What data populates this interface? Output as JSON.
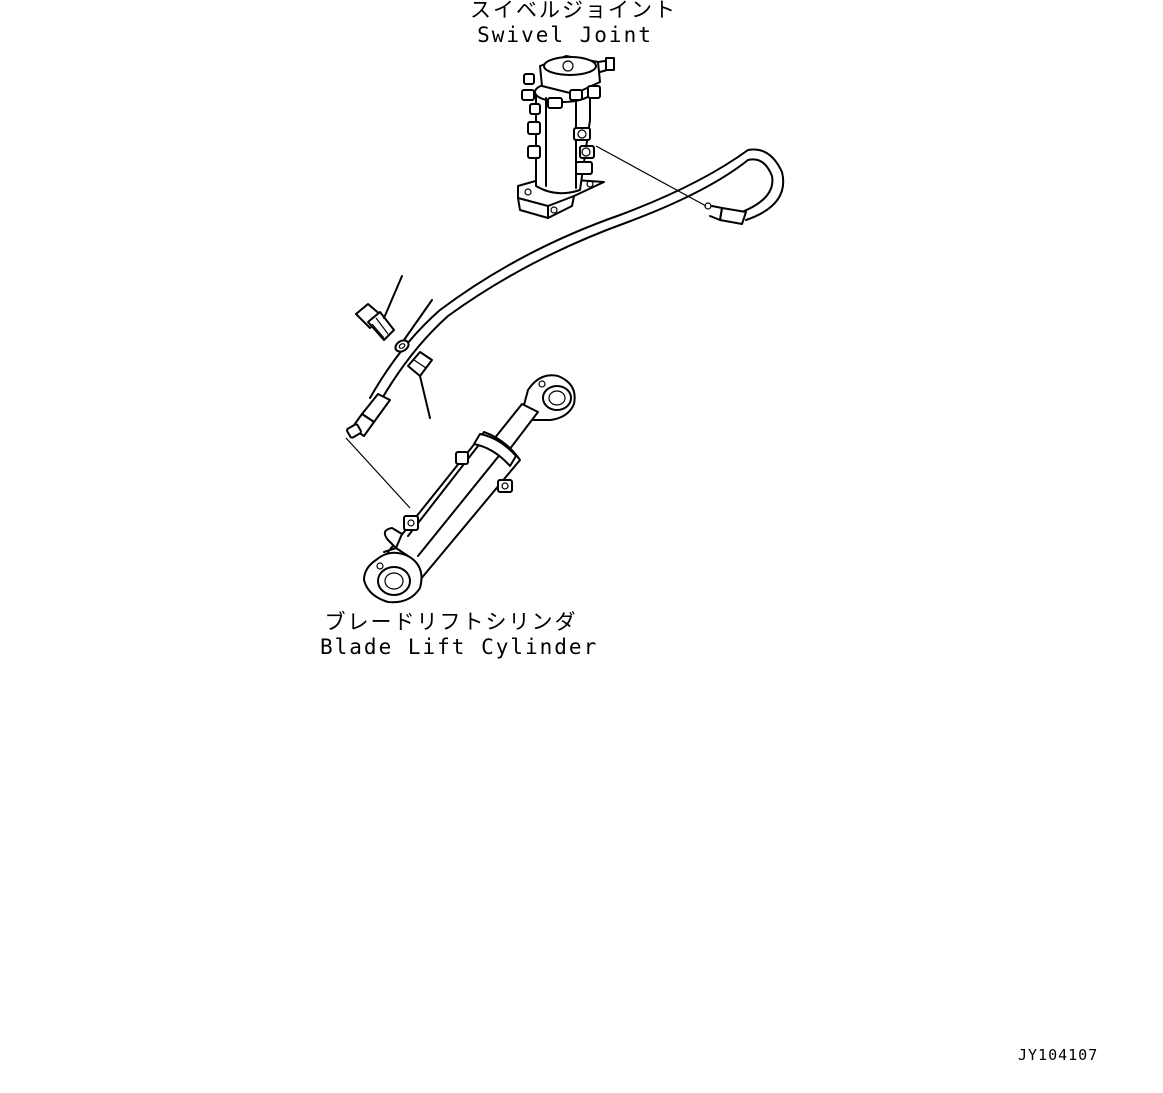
{
  "labels": {
    "swivel_joint_jp": "スイベルジョイント",
    "swivel_joint_en": "Swivel Joint",
    "blade_lift_cylinder_jp": "ブレードリフトシリンダ",
    "blade_lift_cylinder_en": "Blade Lift Cylinder"
  },
  "drawing_code": "JY104107",
  "colors": {
    "line": "#000000",
    "background": "#ffffff"
  }
}
